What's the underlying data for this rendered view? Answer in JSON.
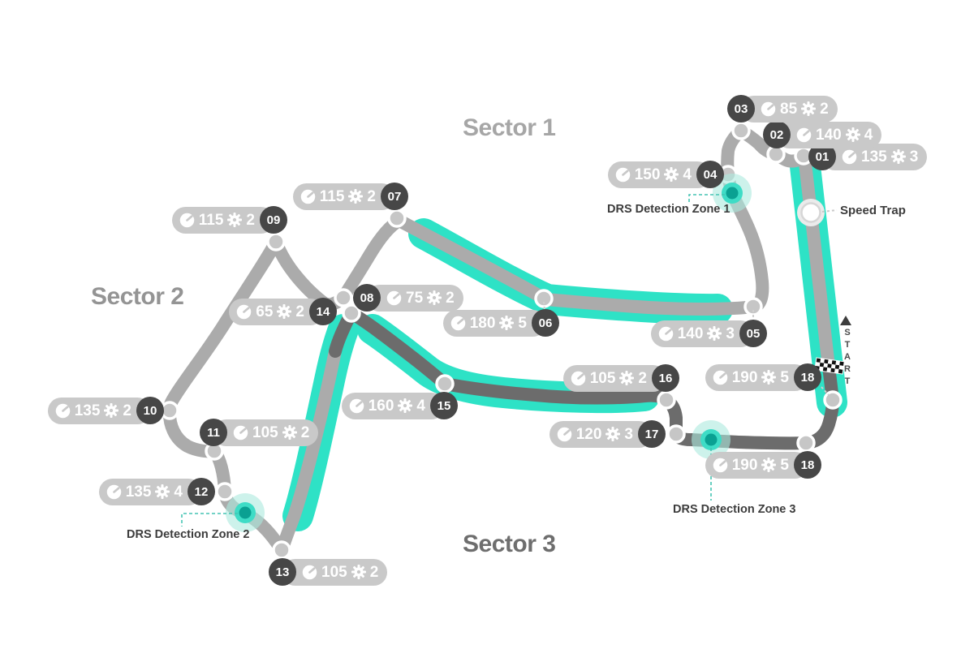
{
  "sector_labels": [
    "Sector 1",
    "Sector 2",
    "Sector 3"
  ],
  "drs_zone_labels": [
    "DRS Detection Zone 1",
    "DRS Detection Zone 2",
    "DRS Detection Zone 3"
  ],
  "speed_trap": {
    "label": "Speed Trap"
  },
  "start": {
    "label": "START"
  },
  "corners": [
    {
      "id": "01",
      "speed": "135",
      "gear": "3"
    },
    {
      "id": "02",
      "speed": "140",
      "gear": "4"
    },
    {
      "id": "03",
      "speed": "85",
      "gear": "2"
    },
    {
      "id": "04",
      "speed": "150",
      "gear": "4"
    },
    {
      "id": "05",
      "speed": "140",
      "gear": "3"
    },
    {
      "id": "06",
      "speed": "180",
      "gear": "5"
    },
    {
      "id": "07",
      "speed": "115",
      "gear": "2"
    },
    {
      "id": "08",
      "speed": "75",
      "gear": "2"
    },
    {
      "id": "09",
      "speed": "115",
      "gear": "2"
    },
    {
      "id": "10",
      "speed": "135",
      "gear": "2"
    },
    {
      "id": "11",
      "speed": "105",
      "gear": "2"
    },
    {
      "id": "12",
      "speed": "135",
      "gear": "4"
    },
    {
      "id": "13",
      "speed": "105",
      "gear": "2"
    },
    {
      "id": "14",
      "speed": "65",
      "gear": "2"
    },
    {
      "id": "15",
      "speed": "160",
      "gear": "4"
    },
    {
      "id": "16",
      "speed": "105",
      "gear": "2"
    },
    {
      "id": "17",
      "speed": "120",
      "gear": "3"
    },
    {
      "id": "18",
      "speed": "190",
      "gear": "5"
    },
    {
      "id": "18",
      "speed": "190",
      "gear": "5"
    }
  ],
  "icons": {
    "speedometer": "speedometer-icon",
    "gear": "gear-icon",
    "start_arrow": "start-arrow-icon",
    "finish_flag": "finish-line-flag",
    "speed_trap_marker": "speed-trap-marker",
    "drs_detection_marker": "drs-detection-marker"
  },
  "colors": {
    "drs_teal": "#2ee2c6",
    "drs_dot_core": "#0aa092",
    "drs_dot_ring": "#3edcc6",
    "track_light": "#ababab",
    "track_dark": "#6c6c6c",
    "badge_pill": "#c9c9c9",
    "badge_circle": "#474747",
    "label_dark": "#3c3c3c"
  }
}
